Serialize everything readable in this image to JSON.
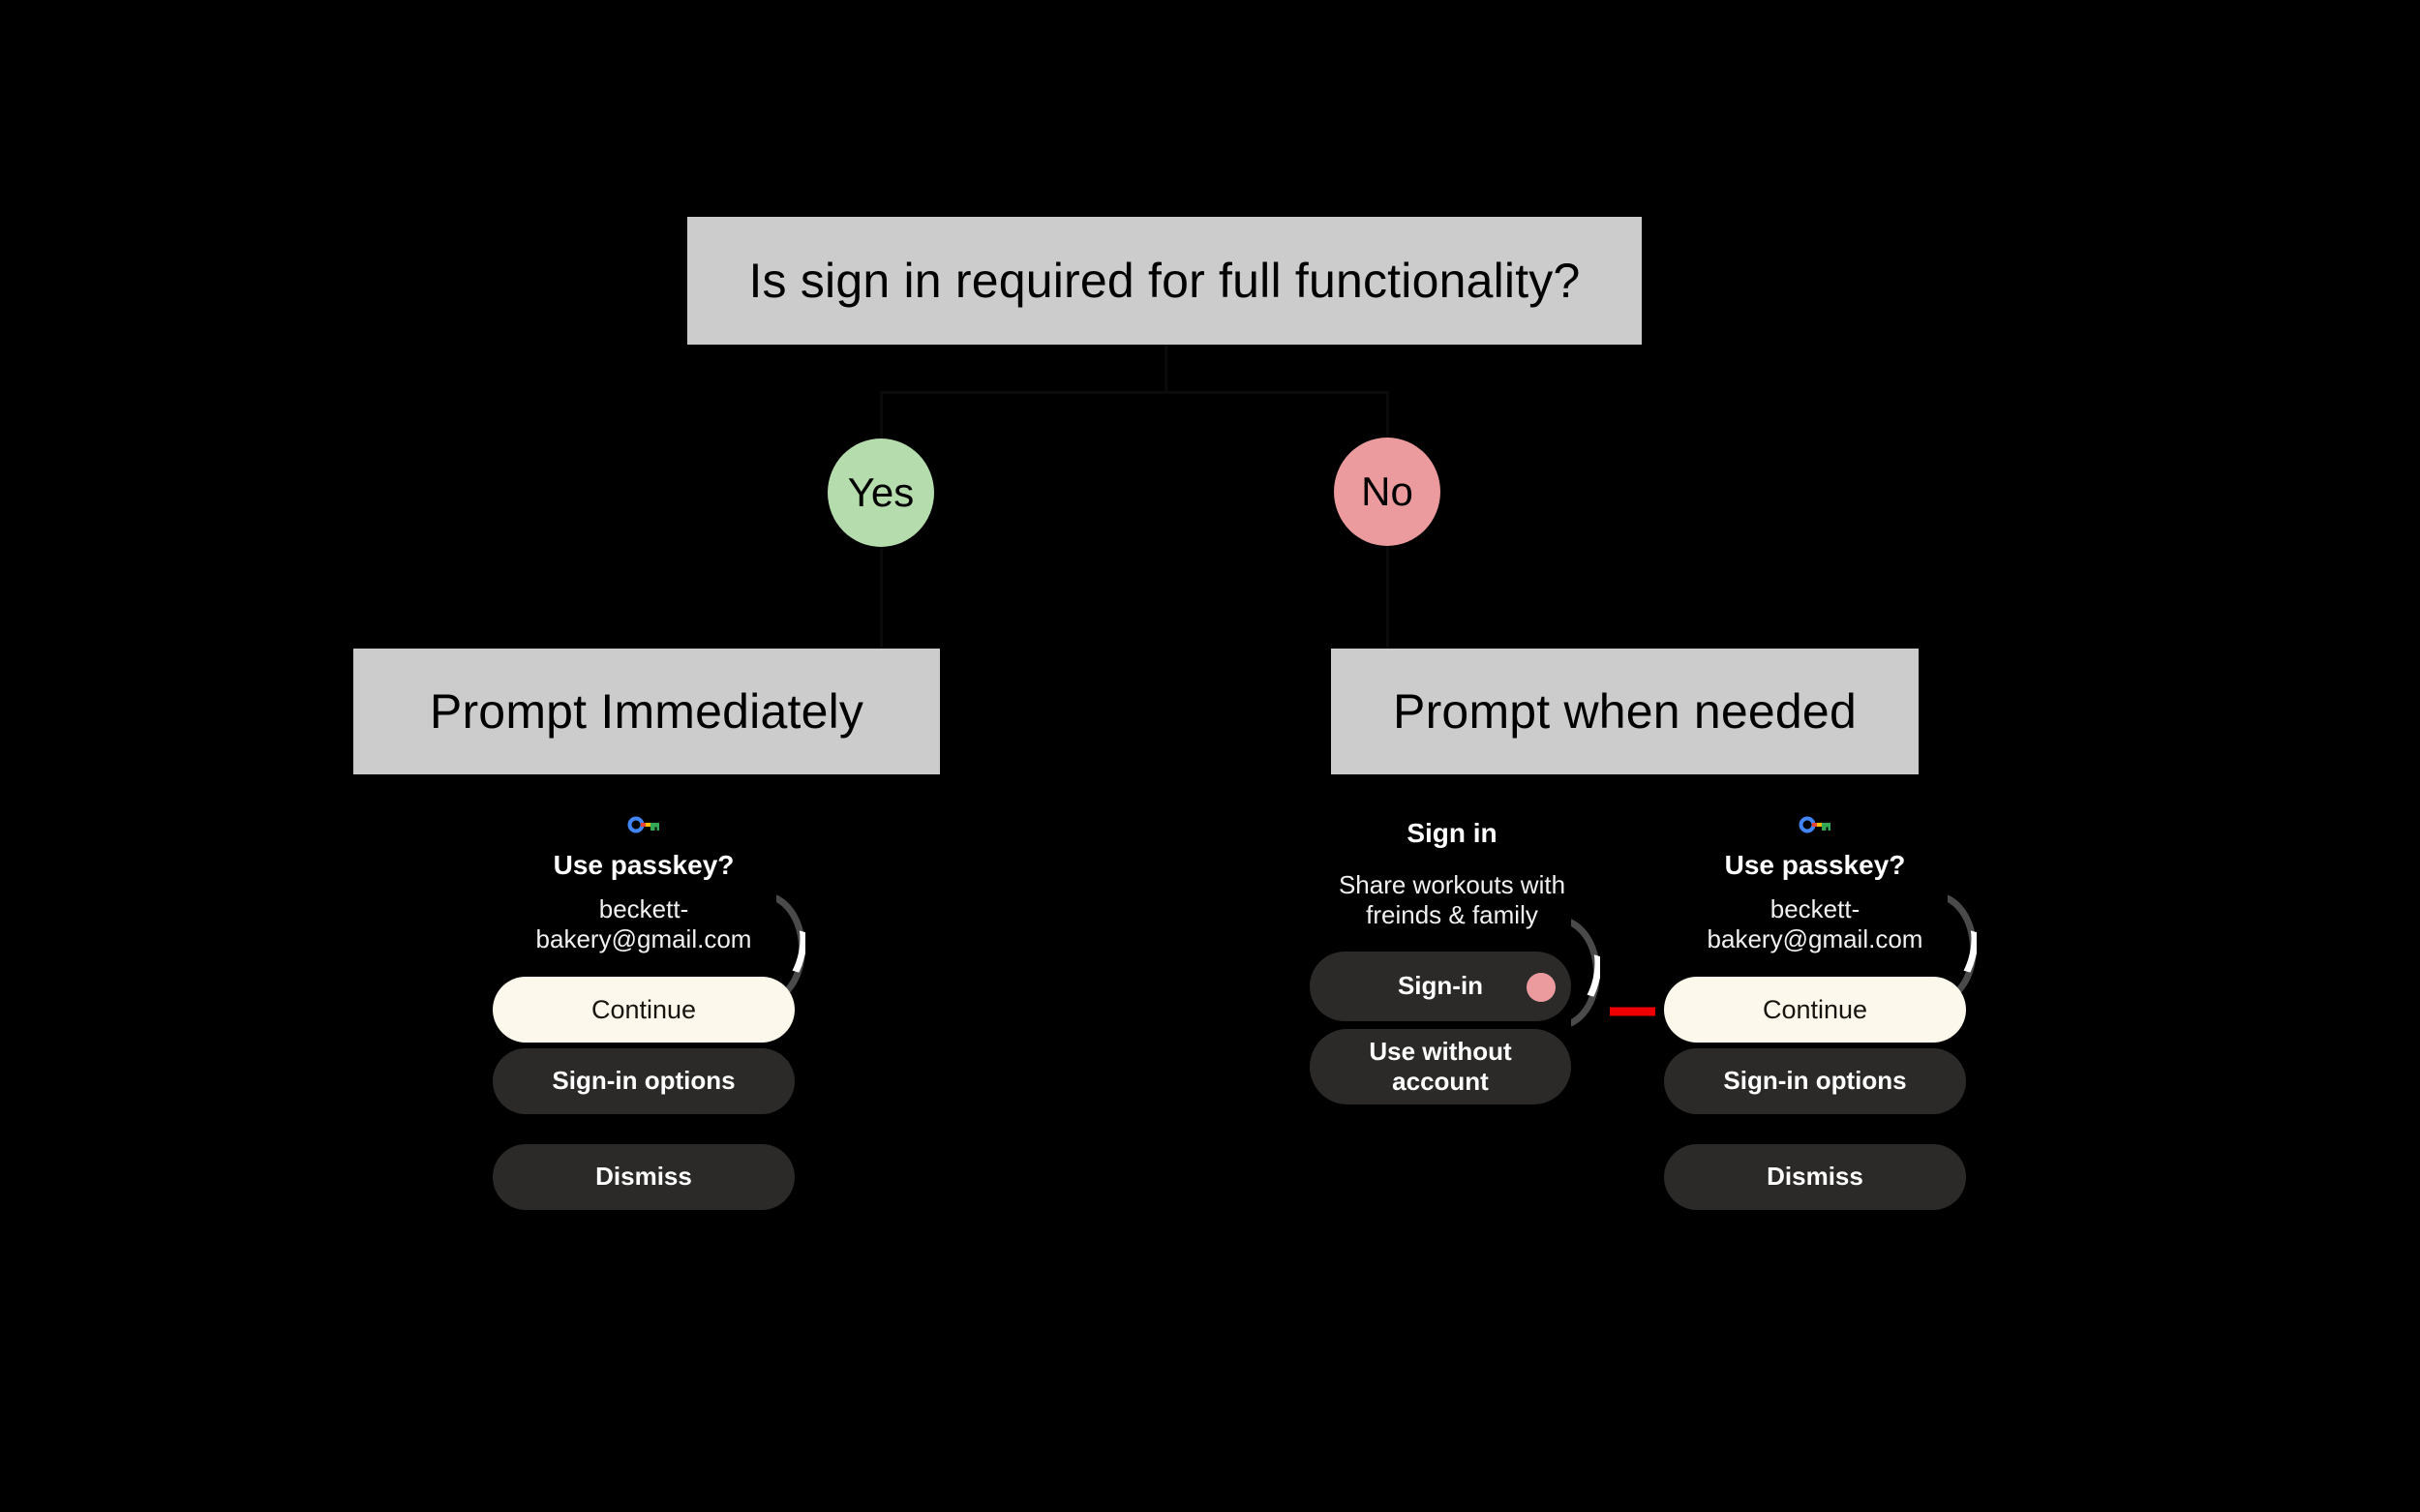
{
  "flowchart": {
    "question": "Is sign in required for full functionality?",
    "branches": [
      {
        "label": "Yes",
        "color": "#b5dcac",
        "outcome": "Prompt Immediately"
      },
      {
        "label": "No",
        "color": "#eb9a9d",
        "outcome": "Prompt when needed"
      }
    ],
    "outcome_left": "Prompt Immediately",
    "outcome_right": "Prompt when needed",
    "box_fill": "#cccccc",
    "background": "#000000"
  },
  "panels": {
    "left_passkey": {
      "icon": "google-passkey-icon",
      "title": "Use passkey?",
      "subtitle": "beckett-bakery@gmail.com",
      "buttons": [
        {
          "label": "Continue",
          "style": "cream"
        },
        {
          "label": "Sign-in options",
          "style": "dark"
        },
        {
          "label": "Dismiss",
          "style": "dark"
        }
      ]
    },
    "middle_signin": {
      "title": "Sign in",
      "subtitle": "Share workouts with freinds & family",
      "buttons": [
        {
          "label": "Sign-in",
          "style": "dark",
          "badge_color": "#eb9a9d"
        },
        {
          "label": "Use without account",
          "style": "dark"
        }
      ]
    },
    "right_passkey": {
      "icon": "google-passkey-icon",
      "title": "Use passkey?",
      "subtitle": "beckett-bakery@gmail.com",
      "buttons": [
        {
          "label": "Continue",
          "style": "cream"
        },
        {
          "label": "Sign-in options",
          "style": "dark"
        },
        {
          "label": "Dismiss",
          "style": "dark"
        }
      ]
    }
  },
  "annotation": {
    "arrow_color": "#ee0000"
  },
  "theme": {
    "cream": "#fdf8ec",
    "dark_pill": "#2b2a28",
    "accent_pink": "#eb9a9d",
    "accent_green": "#b5dcac"
  }
}
